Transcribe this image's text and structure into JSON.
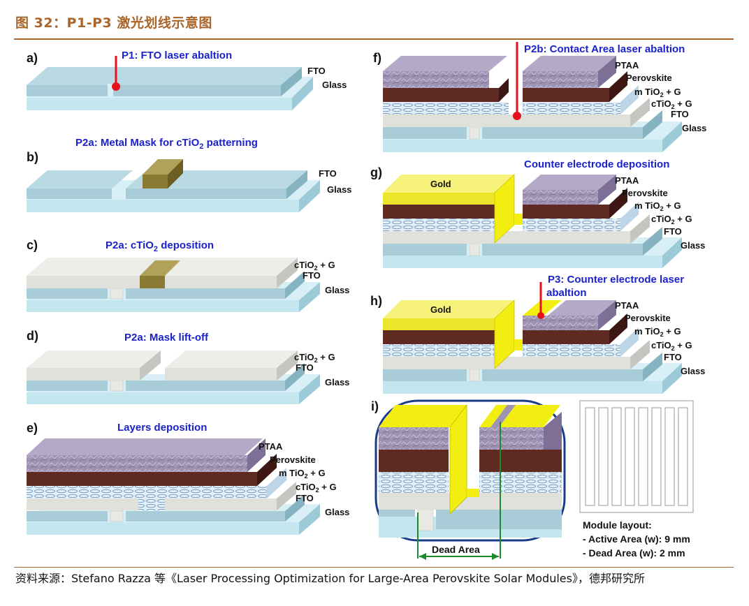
{
  "figure": {
    "title": "图 32：P1-P3 激光划线示意图",
    "source": "资料来源：Stefano Razza 等《Laser Processing Optimization for Large-Area Perovskite Solar Modules》，德邦研究所"
  },
  "panels": {
    "a": {
      "letter": "a)",
      "caption": "P1: FTO laser abaltion",
      "labels": [
        "FTO",
        "Glass"
      ]
    },
    "b": {
      "letter": "b)",
      "caption_pre": "P2a: Metal Mask for cTiO",
      "caption_sub": "2",
      "caption_post": " patterning",
      "labels": [
        "FTO",
        "Glass"
      ]
    },
    "c": {
      "letter": "c)",
      "caption_pre": "P2a: cTiO",
      "caption_sub": "2",
      "caption_post": " deposition"
    },
    "d": {
      "letter": "d)",
      "caption": "P2a: Mask lift-off"
    },
    "e": {
      "letter": "e)",
      "caption": "Layers deposition"
    },
    "f": {
      "letter": "f)",
      "caption": "P2b: Contact Area laser abaltion"
    },
    "g": {
      "letter": "g)",
      "caption": "Counter electrode deposition",
      "gold": "Gold"
    },
    "h": {
      "letter": "h)",
      "caption_line1": "P3: Counter electrode laser",
      "caption_line2": "abaltion",
      "gold": "Gold"
    },
    "i": {
      "letter": "i)",
      "dead_area": "Dead Area"
    }
  },
  "layer_labels": {
    "ptaa": "PTAA",
    "perovskite": "Perovskite",
    "mtio2_pre": "m TiO",
    "mtio2_post": " + G",
    "ctio2_pre": "cTiO",
    "ctio2_post": " + G",
    "sub2": "2",
    "fto": "FTO",
    "glass": "Glass"
  },
  "module_layout": {
    "heading": "Module layout:",
    "active": "- Active Area (w): 9 mm",
    "dead": "- Dead Area (w): 2 mm"
  },
  "colors": {
    "title": "#a9652a",
    "caption_blue": "#1a22c9",
    "glass": "#c4e6ef",
    "fto": "#a9cdd8",
    "ctio2": "#e9e9e4",
    "mtio2": "#e1eef6",
    "perovskite": "#5e2a22",
    "ptaa": "#9f93b4",
    "gold": "#f3ee12",
    "mask": "#8a7a34",
    "laser": "#e8101a"
  }
}
